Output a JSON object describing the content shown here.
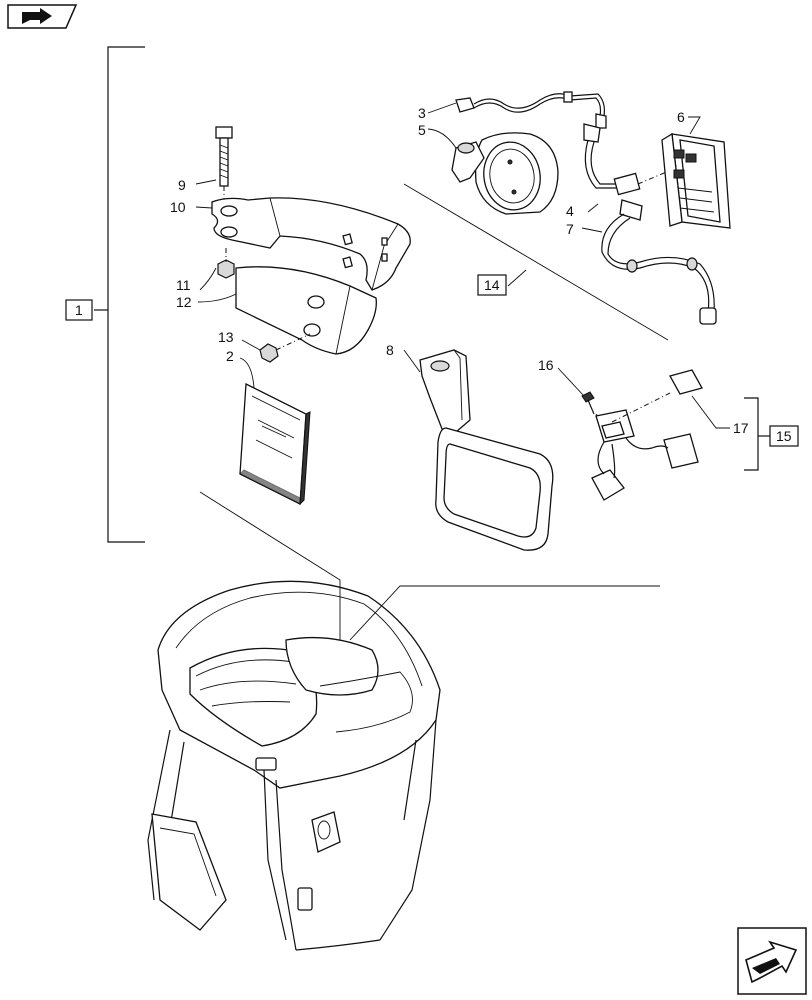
{
  "nav": {
    "back_icon": "back-arrow-icon",
    "forward_icon": "forward-arrow-icon"
  },
  "callouts": {
    "c1": "1",
    "c2": "2",
    "c3": "3",
    "c4": "4",
    "c5": "5",
    "c6": "6",
    "c7": "7",
    "c8": "8",
    "c9": "9",
    "c10": "10",
    "c11": "11",
    "c12": "12",
    "c13": "13",
    "c14": "14",
    "c15": "15",
    "c16": "16",
    "c17": "17"
  }
}
